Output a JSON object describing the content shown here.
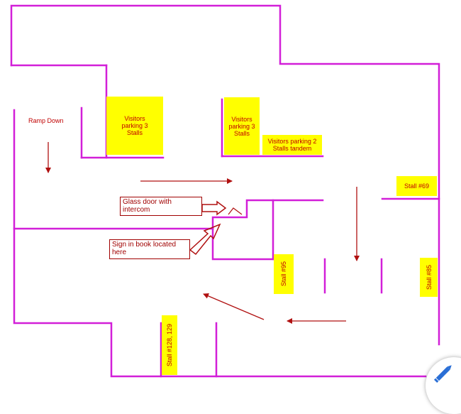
{
  "colors": {
    "wall": "#d21fd8",
    "parking_fill": "#ffff00",
    "label_text": "#c00000",
    "arrow": "#b01010",
    "callout_border": "#a00000",
    "edit_icon": "#2a6fd6"
  },
  "labels": {
    "ramp_down": "Ramp Down"
  },
  "parking": {
    "visitors_left": "Visitors parking 3 Stalls",
    "visitors_center": "Visitors parking 3 Stalls",
    "visitors_tandem": "Visitors parking 2 Stalls tandem"
  },
  "stalls": {
    "s69": "Stall #69",
    "s95": "Stall #95",
    "s85": "Stall #85",
    "s128": "Stall #128, 129"
  },
  "callouts": {
    "glass_door": "Glass door with intercom",
    "sign_in": "Sign in book located here"
  },
  "icons": {
    "edit": "pencil-icon"
  }
}
